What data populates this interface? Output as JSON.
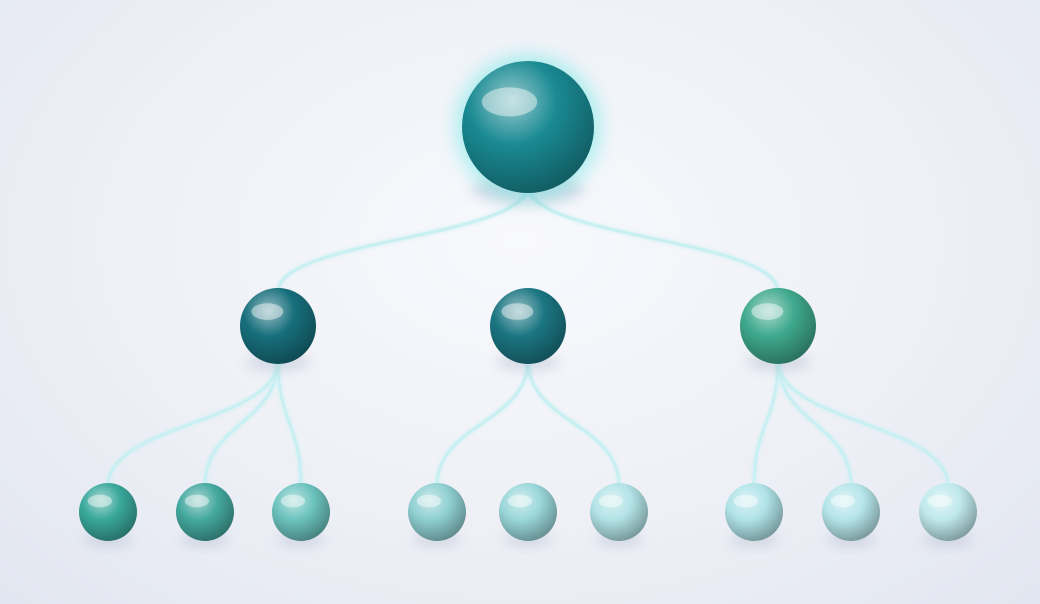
{
  "diagram": {
    "type": "tree",
    "root": {
      "id": "root",
      "color": "#1a8a93"
    },
    "children": [
      {
        "id": "l1-left",
        "color": "#176f7c",
        "children": [
          {
            "id": "l2-1",
            "color": "#3aa89c"
          },
          {
            "id": "l2-2",
            "color": "#44a9a0"
          },
          {
            "id": "l2-3",
            "color": "#6cc3bf"
          }
        ]
      },
      {
        "id": "l1-center",
        "color": "#1b7682",
        "children": [
          {
            "id": "l2-4",
            "color": "#8fd0d2"
          },
          {
            "id": "l2-5",
            "color": "#9ad7da"
          },
          {
            "id": "l2-6",
            "color": "#b2e3e6"
          }
        ]
      },
      {
        "id": "l1-right",
        "color": "#3fa98e",
        "children": [
          {
            "id": "l2-7",
            "color": "#b0e3e8"
          },
          {
            "id": "l2-8",
            "color": "#b5e5ea"
          },
          {
            "id": "l2-9",
            "color": "#bfe9ed"
          }
        ]
      }
    ],
    "connector_color": "#c8f0f2",
    "glow_color": "#5fe6e2"
  }
}
